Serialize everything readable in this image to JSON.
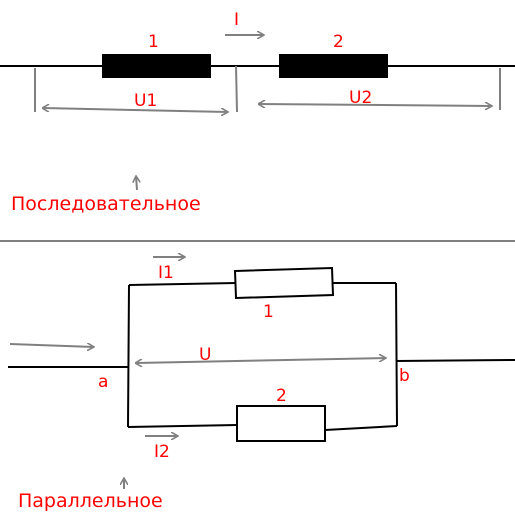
{
  "colors": {
    "wire": "#000000",
    "measure": "#808080",
    "label": "#ff0000",
    "resistor_fill_series": "#000000",
    "resistor_fill_parallel": "#ffffff",
    "background": "#ffffff"
  },
  "series": {
    "current_label": "I",
    "resistor1_label": "1",
    "resistor2_label": "2",
    "voltage1_label": "U1",
    "voltage2_label": "U2",
    "caption": "Последовательное"
  },
  "parallel": {
    "current1_label": "I1",
    "current2_label": "I2",
    "resistor1_label": "1",
    "resistor2_label": "2",
    "voltage_label": "U",
    "node_a_label": "a",
    "node_b_label": "b",
    "caption": "Параллельное"
  }
}
